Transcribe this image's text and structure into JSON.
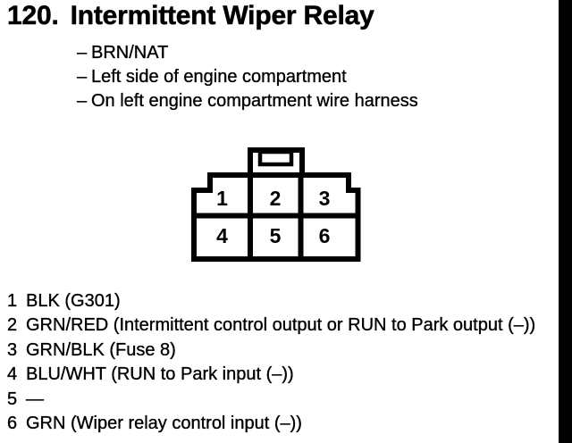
{
  "header": {
    "section_number": "120.",
    "title": "Intermittent Wiper Relay"
  },
  "location_list": {
    "dash": "–",
    "items": [
      "BRN/NAT",
      "Left side of engine compartment",
      "On left engine compartment wire harness"
    ]
  },
  "connector": {
    "type": "6-pin relay connector, 2 rows of 3 cavities, locking tab on top",
    "cells": [
      "1",
      "2",
      "3",
      "4",
      "5",
      "6"
    ]
  },
  "pinout": [
    {
      "pin": "1",
      "desc": "BLK (G301)"
    },
    {
      "pin": "2",
      "desc": "GRN/RED (Intermittent control output or RUN to Park output (–))"
    },
    {
      "pin": "3",
      "desc": "GRN/BLK (Fuse 8)"
    },
    {
      "pin": "4",
      "desc": "BLU/WHT (RUN to Park input (–))"
    },
    {
      "pin": "5",
      "desc": "—"
    },
    {
      "pin": "6",
      "desc": "GRN (Wiper relay control input (–))"
    }
  ],
  "colors": {
    "ink": "#000000",
    "paper": "#ffffff",
    "scan_edge_bar": "#000000"
  }
}
